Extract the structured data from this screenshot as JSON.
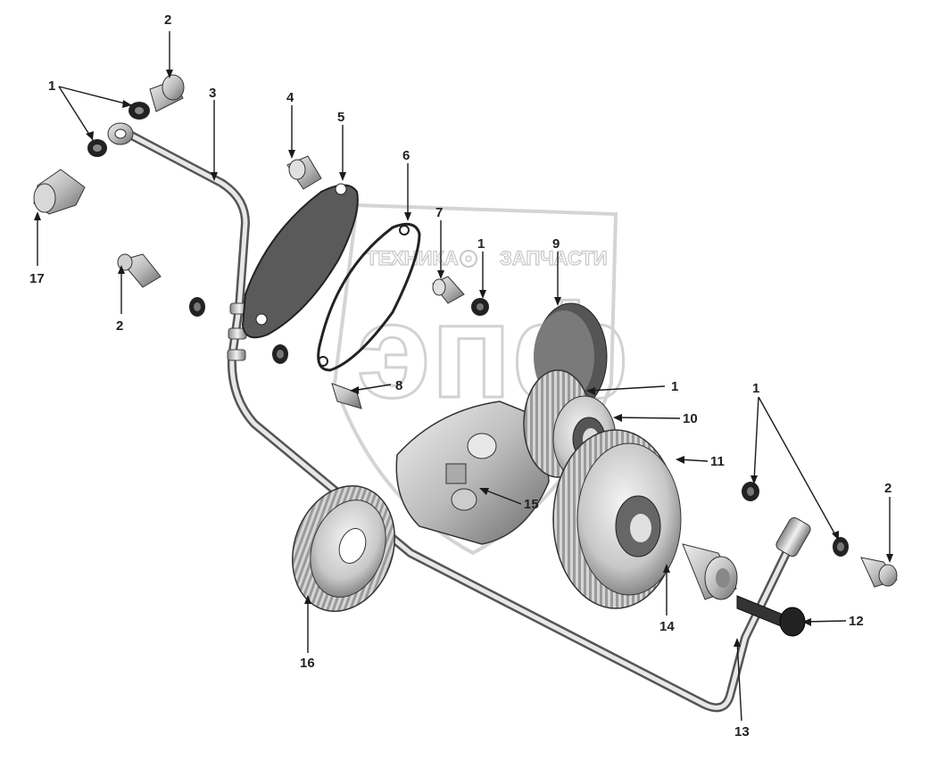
{
  "watermark": {
    "left_text": "ТЕХНИКА",
    "right_text": "ЗАПЧАСТИ",
    "big_text": "эпф"
  },
  "callouts": {
    "c1a": "1",
    "c1b": "1",
    "c1c": "1",
    "c1d": "1",
    "c2a": "2",
    "c2b": "2",
    "c2c": "2",
    "c3": "3",
    "c4": "4",
    "c5": "5",
    "c6": "6",
    "c7": "7",
    "c8": "8",
    "c9": "9",
    "c10": "10",
    "c11": "11",
    "c12": "12",
    "c13": "13",
    "c14": "14",
    "c15": "15",
    "c16": "16",
    "c17": "17"
  },
  "colors": {
    "part_fill": "#bdbdbd",
    "part_light": "#e6e6e6",
    "part_dark": "#4a4a4a",
    "line": "#1a1a1a",
    "watermark": "#cccccc"
  }
}
